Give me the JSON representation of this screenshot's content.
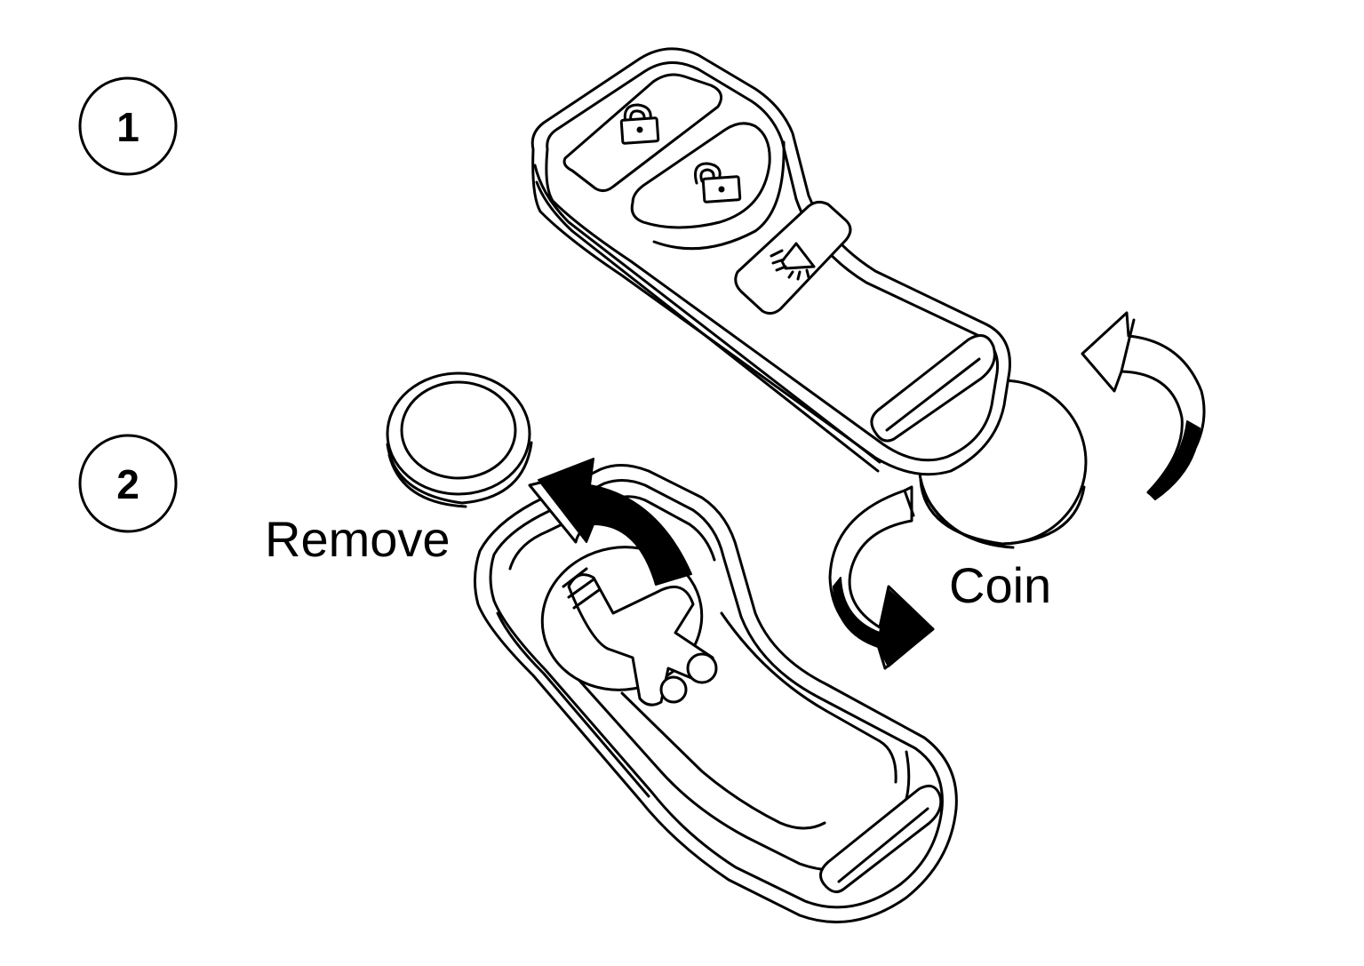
{
  "steps": [
    {
      "number": "1"
    },
    {
      "number": "2"
    }
  ],
  "labels": {
    "remove": "Remove",
    "coin": "Coin"
  },
  "icons": {
    "lock_button": "lock-icon",
    "unlock_button": "unlock-icon",
    "panic_button": "panic-alarm-icon"
  }
}
